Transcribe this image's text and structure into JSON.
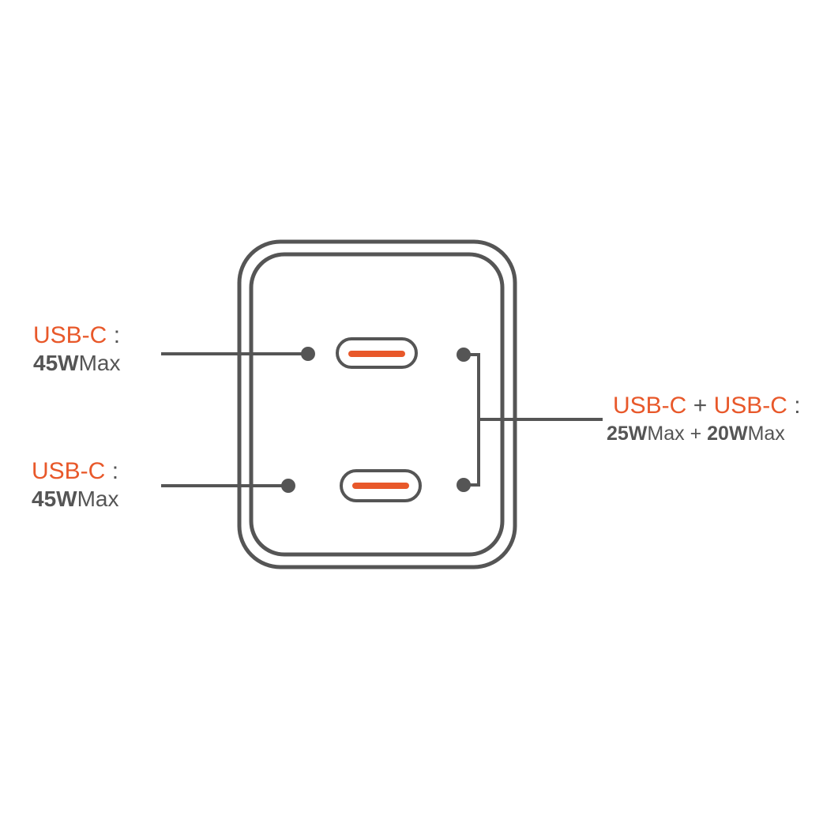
{
  "colors": {
    "accent": "#e8582a",
    "stroke": "#555555",
    "background": "#ffffff"
  },
  "labels": {
    "port_top": {
      "name": "USB-C",
      "separator": ":",
      "power": "45W",
      "unit": "Max"
    },
    "port_bottom": {
      "name": "USB-C",
      "separator": ":",
      "power": "45W",
      "unit": "Max"
    },
    "combined": {
      "name_a": "USB-C",
      "plus": "+",
      "name_b": "USB-C",
      "separator": ":",
      "power_a": "25W",
      "unit_a": "Max",
      "plus_power": "+",
      "power_b": "20W",
      "unit_b": "Max"
    }
  }
}
